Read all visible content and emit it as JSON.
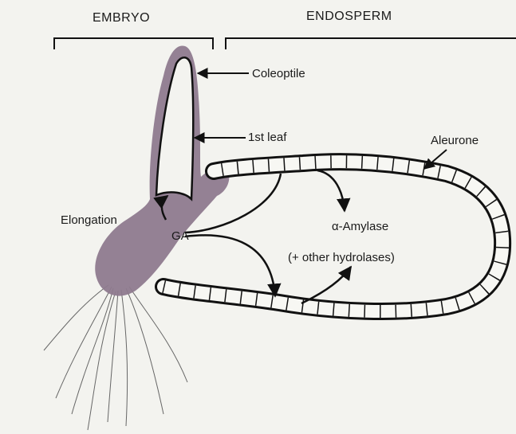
{
  "regions": {
    "embryo": "EMBRYO",
    "endosperm": "ENDOSPERM"
  },
  "labels": {
    "coleoptile": "Coleoptile",
    "first_leaf": "1st leaf",
    "aleurone": "Aleurone",
    "elongation": "Elongation",
    "ga": "GA",
    "amylase": "α-Amylase",
    "hydrolases": "(+ other hydrolases)"
  },
  "colors": {
    "embryo_fill": "#8e7a8e",
    "line": "#111111",
    "background": "#f3f3ef"
  }
}
